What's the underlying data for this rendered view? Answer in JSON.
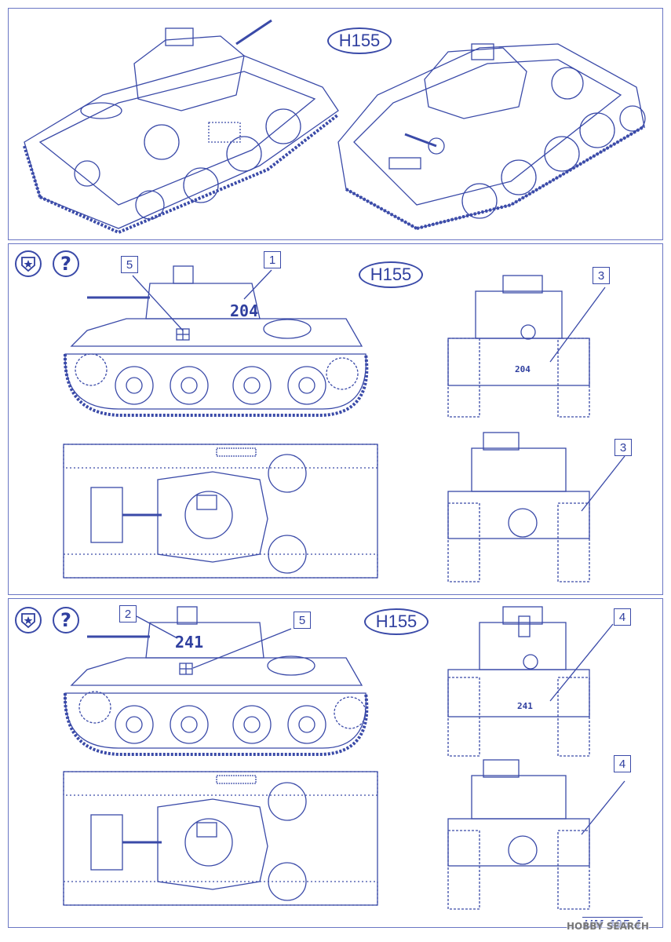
{
  "page": {
    "variant_label": "H155",
    "footer_code": "UM 495 4",
    "watermark": "HOBBY SEARCH"
  },
  "panel1": {
    "label": "H155"
  },
  "panel2": {
    "label": "H155",
    "tank_number": "204",
    "callouts": {
      "turret_number": "1",
      "hull_cross": "5",
      "rear_upper": "3",
      "rear_lower": "3"
    }
  },
  "panel3": {
    "label": "H155",
    "tank_number": "241",
    "callouts": {
      "turret_number": "2",
      "hull_cross": "5",
      "rear_upper": "4",
      "rear_lower": "4"
    }
  },
  "icons": {
    "star_badge": "star-shield-icon",
    "question": "?"
  },
  "colors": {
    "line": "#3a4aa8",
    "accent": "#2f3f9f"
  }
}
